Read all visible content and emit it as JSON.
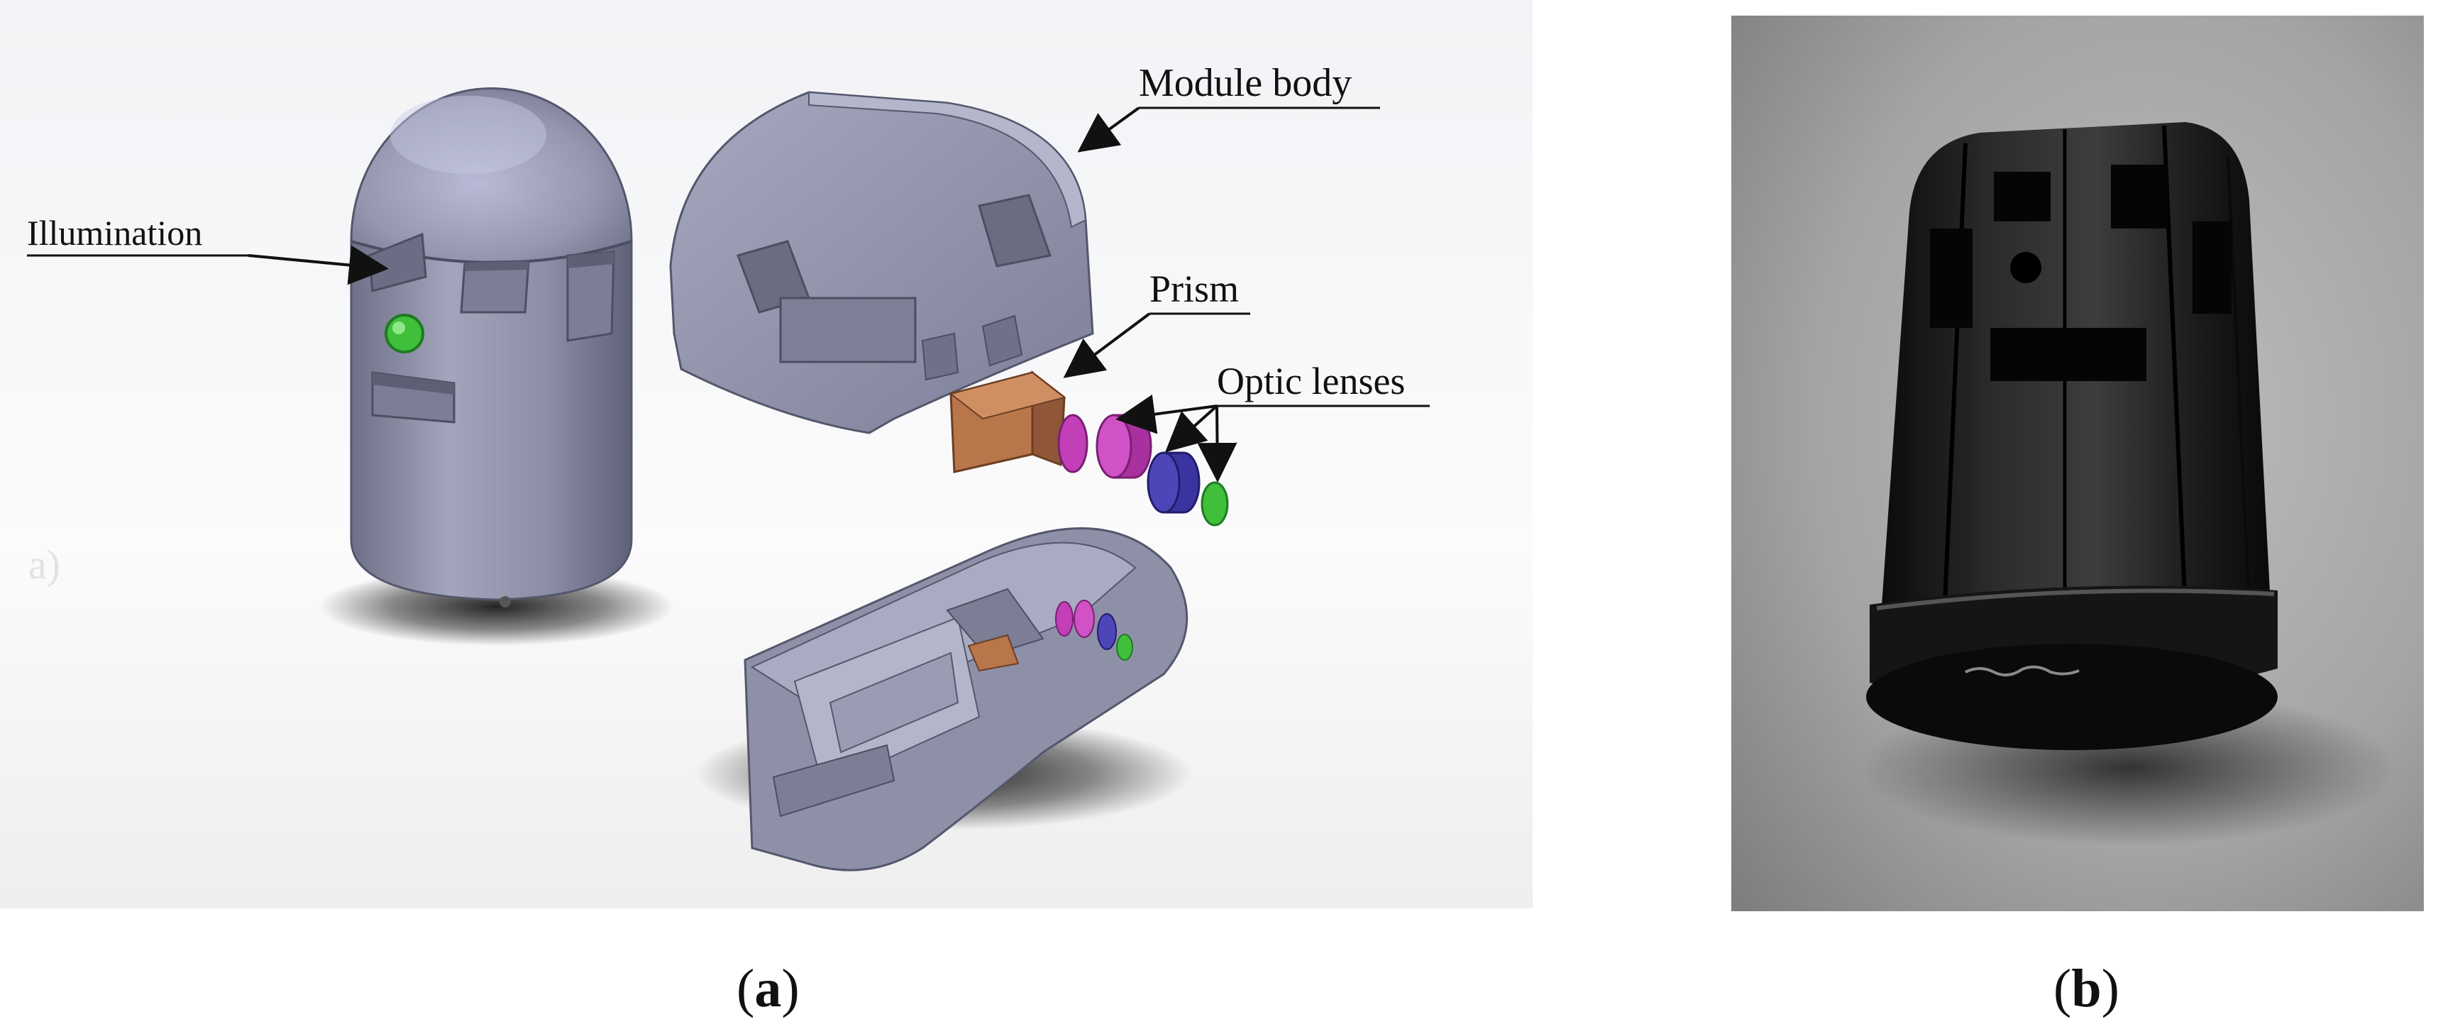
{
  "panel_a": {
    "labels": {
      "illumination": "Illumination",
      "module_body": "Module body",
      "prism": "Prism",
      "optic_lenses": "Optic lenses"
    },
    "caption_letter": "a",
    "watermark": "a)"
  },
  "panel_b": {
    "caption_letter": "b"
  },
  "colors": {
    "body_gray": "#8e90a8",
    "prism_orange": "#b9764a",
    "lens_magenta": "#c23fb8",
    "lens_blue": "#4d46b8",
    "lens_green": "#3fbf3a",
    "photo_black": "#141414"
  }
}
